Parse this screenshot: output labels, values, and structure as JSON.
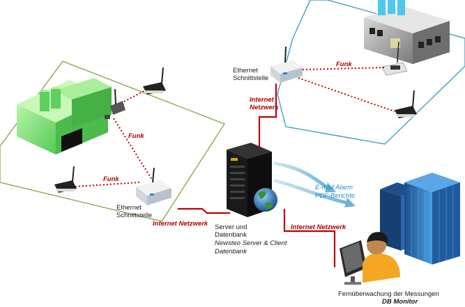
{
  "labels": {
    "funk_top": "Funk",
    "funk_left": "Funk",
    "funk_bottom": "Funk",
    "eth_left_1": "Ethernet",
    "eth_left_2": "Schnittstelle",
    "eth_top_1": "Ethernet",
    "eth_top_2": "Schnittstelle",
    "internet_top_1": "Internet",
    "internet_top_2": "Netzwerk",
    "internet_left": "Internet Netzwerk",
    "internet_right": "Internet Netzwerk",
    "server_1": "Server und",
    "server_2": "Datenbank",
    "server_3": "Newsteo Server & Client",
    "server_4": "Datenbank",
    "email": "E-mail Alarm",
    "pdf": "PDF-Berichte",
    "monitor_1": "Fernüberwachung der Messungen",
    "monitor_2": "DB Monitor"
  },
  "colors": {
    "green_zone": "#8db05a",
    "blue_zone": "#4aa3c8",
    "link_red": "#c00000",
    "factory_green": "#7ee07e",
    "factory_gray": "#8c8c8c",
    "tower_blue": "#2f7ec8",
    "arrow_blue": "#7ab8d8"
  },
  "icons": [
    "factory-green-icon",
    "factory-gray-icon",
    "data-logger-icon",
    "ethernet-interface-icon",
    "server-rack-icon",
    "globe-icon",
    "office-tower-icon",
    "monitor-operator-icon"
  ]
}
